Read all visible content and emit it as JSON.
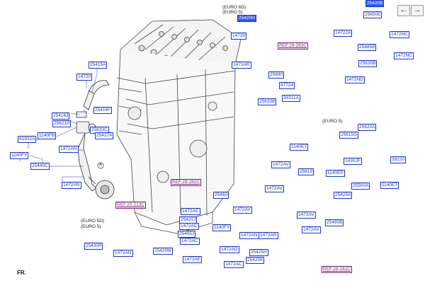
{
  "nav": {
    "prev": "←",
    "next": "→"
  },
  "callouts": {
    "c25415a": "25415A",
    "c14720_a": "14720",
    "c25416j": "25416J",
    "c25416f": "25416F",
    "c25621p": "25621P",
    "c25633c": "25633C",
    "c1140fb": "1140FB",
    "c81932a": "81932A",
    "c25417a": "25417A",
    "c1472an_a": "1472AN",
    "c1140fy_a": "1140FY",
    "c25440c": "25440C",
    "c1472an_b": "1472AN",
    "c25420h": "25420H",
    "c14720_b": "14720",
    "c1472ar_a": "1472AR",
    "c25690": "25690",
    "c97724": "97724",
    "c25633b": "25633B",
    "c39311a": "39311A",
    "c1140et_a": "1140ET",
    "c25420b": "25420B",
    "c25650e": "25650E",
    "c14722a": "14722A",
    "c1472nc_a": "1472NC",
    "c25485b": "25485B",
    "c1472nc_b": "1472NC",
    "c25630b": "25630B",
    "c1472nd": "1472ND",
    "c25620a": "25620A",
    "c25615g": "25615G",
    "c1430jf": "1430JF",
    "c39220": "39220",
    "c1140ep": "1140EP",
    "c25500a": "25500A",
    "c25425a": "25425A",
    "c1140et_b": "1140ET",
    "c1472av_a": "1472AV",
    "c25619": "25619",
    "c1472av_b": "1472AV",
    "c25460": "25460",
    "c1472ac_a": "1472AC",
    "c1472av_c": "1472AV",
    "c25420j": "25420J",
    "c1472ac_b": "1472AC",
    "c1140fy_b": "1140FY",
    "c25465j": "25465J",
    "c1472ac_c": "1472AC",
    "c1472an_c": "1472AN",
    "c1472ar_b": "1472AR",
    "c25420m": "25420M",
    "c1472ae": "1472AE",
    "c1472ad": "1472AD",
    "c25425h": "25425H",
    "c25420k": "25420K",
    "c1472ac_d": "1472AC",
    "c1472av_d": "1472AV",
    "c25490b": "25490B",
    "c1472av_e": "1472AV",
    "c25430p": "25430P",
    "c1472an_d": "1472AN"
  },
  "refs": {
    "r1": "REF.28-283C",
    "r2": "REF.20-213C",
    "r3": "REF.28-282C",
    "r4": "REF.28-282C"
  },
  "notes": {
    "euro6d_top": "(EURO 6D)",
    "euro5_top": "(EURO 5)",
    "euro5_right": "(EURO 5)",
    "euro6d_bottom": "(EURO 6D)",
    "euro5_bottom": "(EURO 5)",
    "circle_a": "A",
    "fr": "FR."
  },
  "colors": {
    "callout": "#1d35c8",
    "highlight": "#2f5be8",
    "ref": "#7a1f73",
    "arrow": "#e0201c"
  }
}
